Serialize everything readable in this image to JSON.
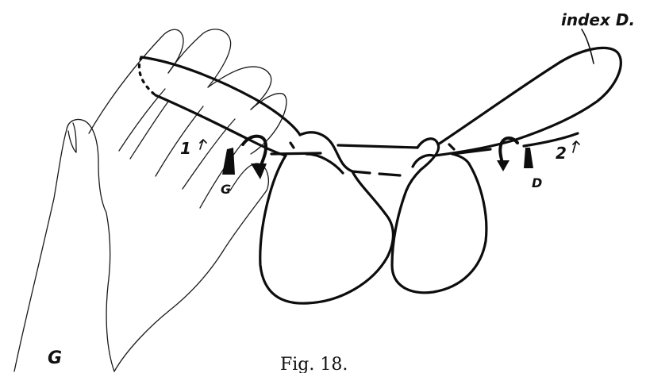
{
  "labels": {
    "index_right": "index D.",
    "left_hand": "G",
    "left_marker": "G",
    "right_marker": "D",
    "step_one": "1",
    "step_two": "2"
  },
  "caption": "Fig. 18."
}
